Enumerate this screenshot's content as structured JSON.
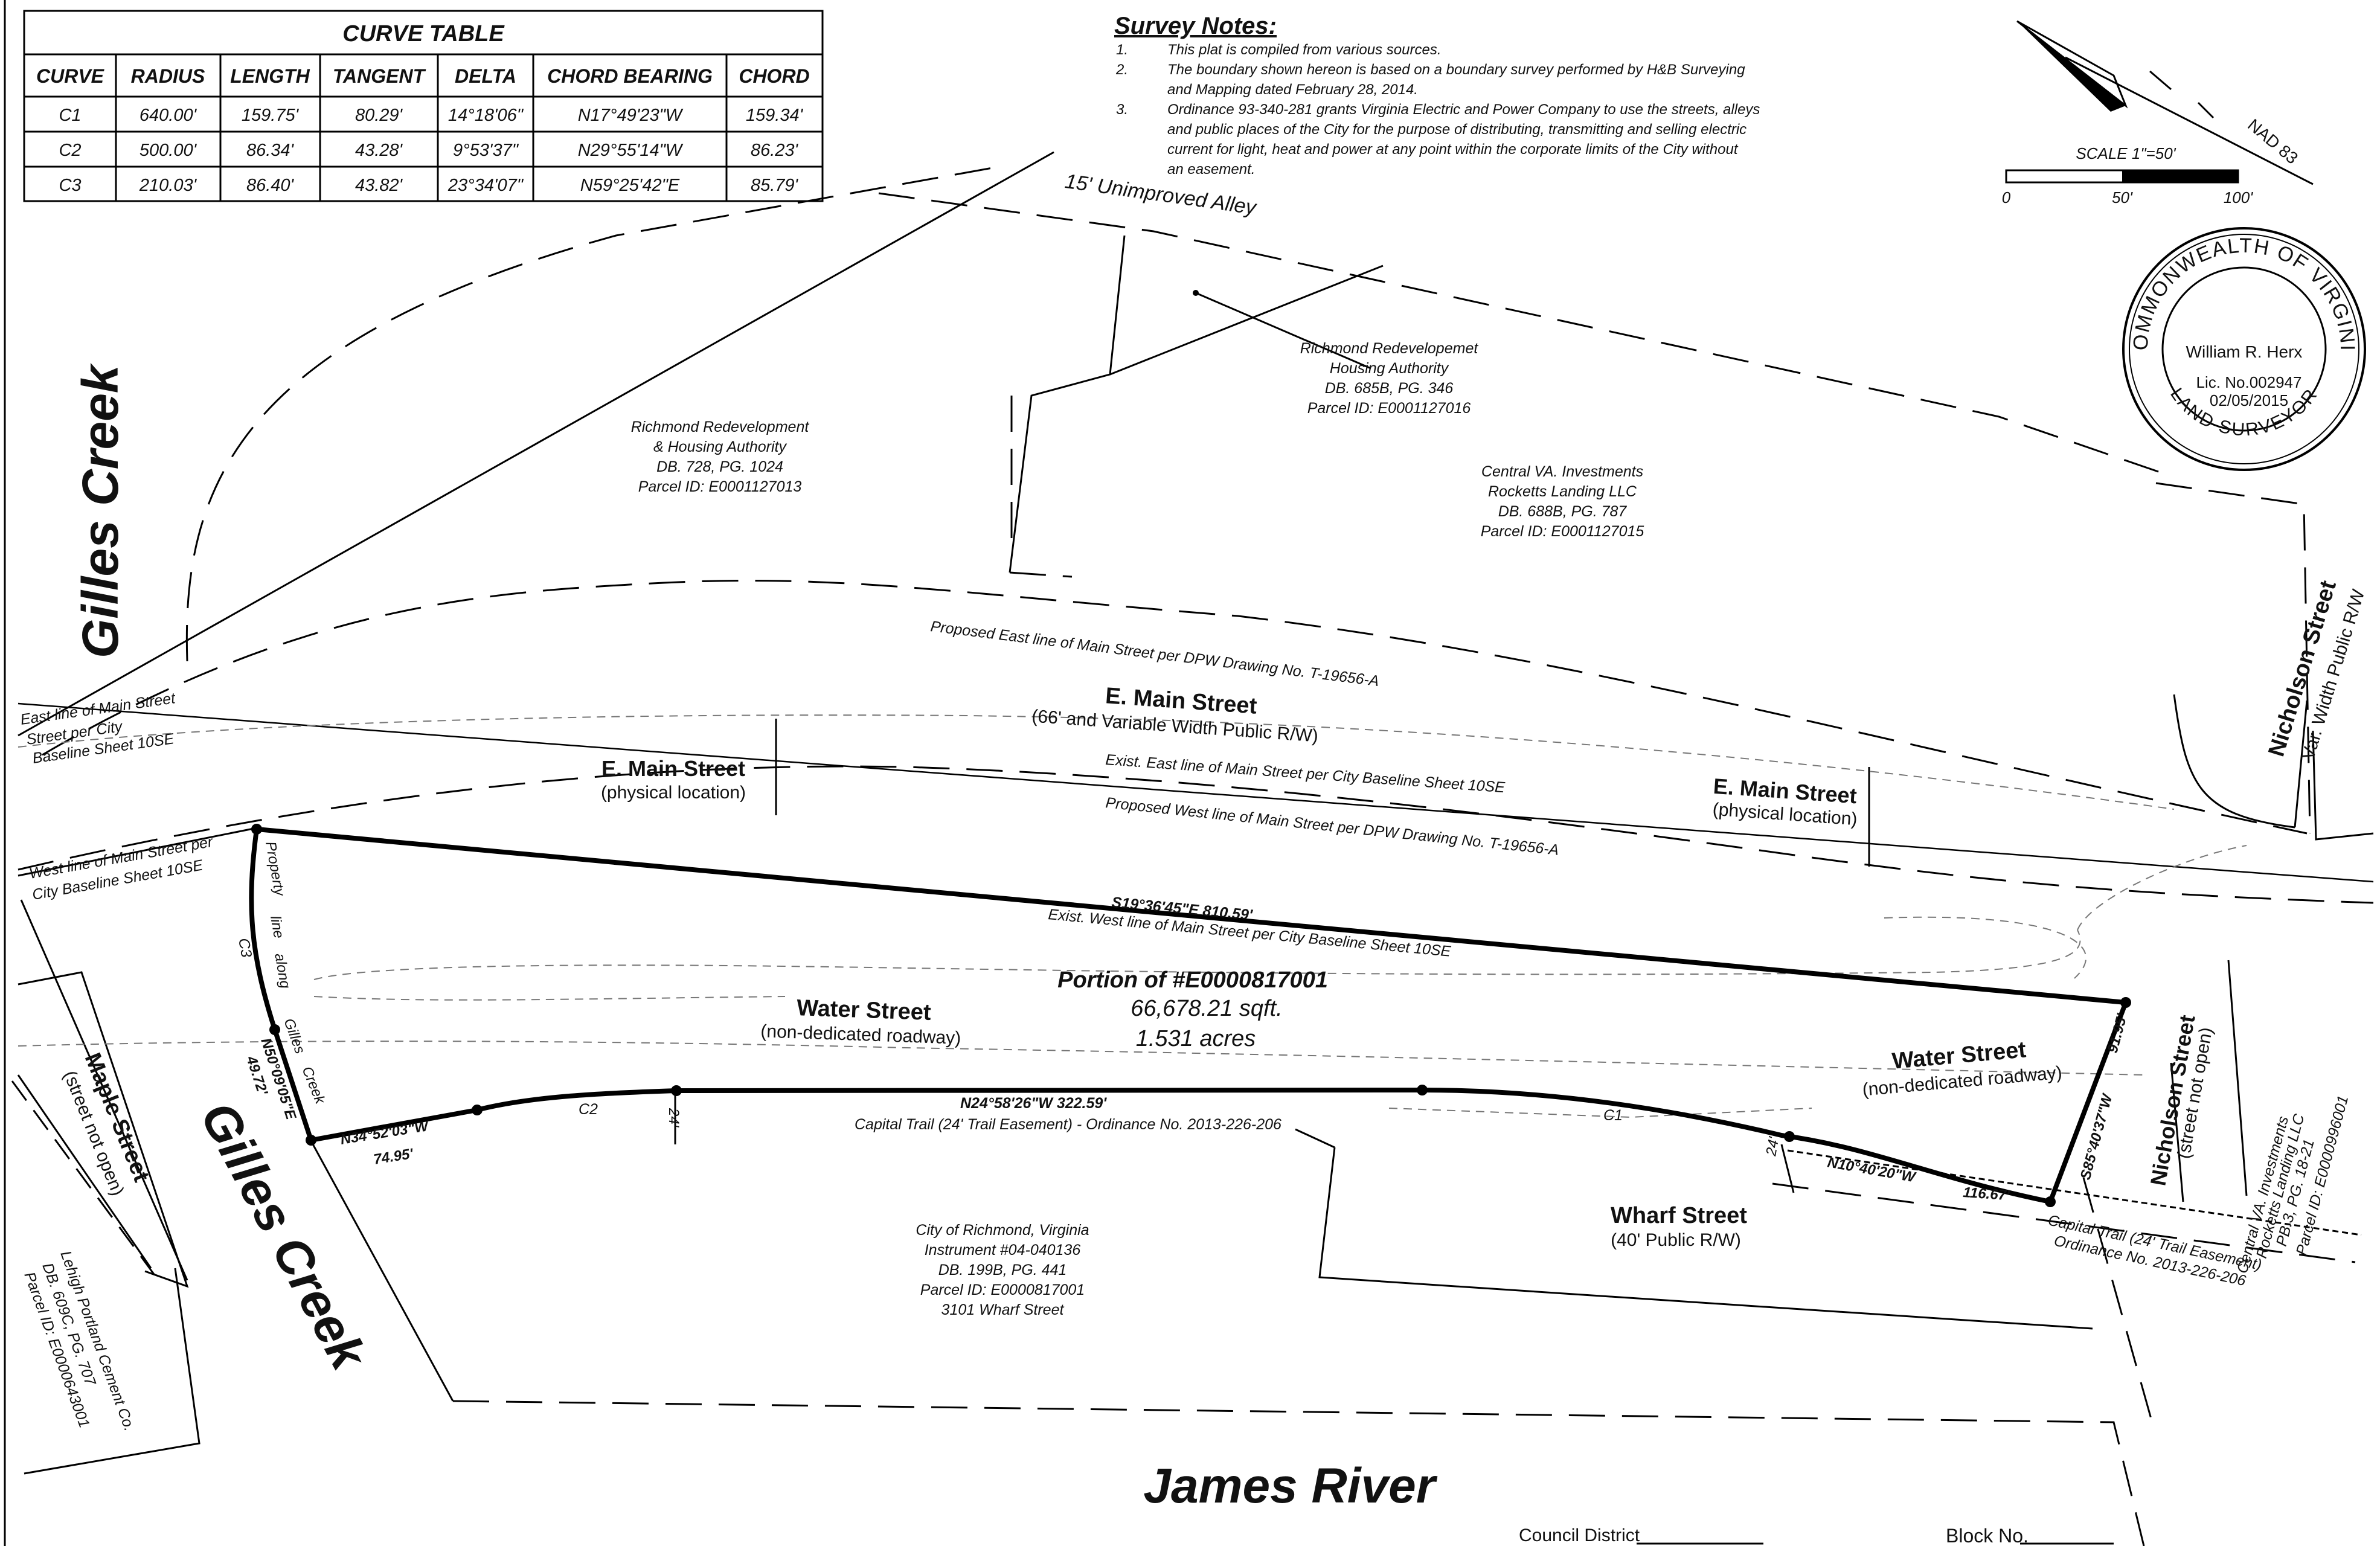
{
  "curve_table": {
    "title": "CURVE TABLE",
    "headers": [
      "CURVE",
      "RADIUS",
      "LENGTH",
      "TANGENT",
      "DELTA",
      "CHORD BEARING",
      "CHORD"
    ],
    "rows": [
      [
        "C1",
        "640.00'",
        "159.75'",
        "80.29'",
        "14°18'06\"",
        "N17°49'23\"W",
        "159.34'"
      ],
      [
        "C2",
        "500.00'",
        "86.34'",
        "43.28'",
        "9°53'37\"",
        "N29°55'14\"W",
        "86.23'"
      ],
      [
        "C3",
        "210.03'",
        "86.40'",
        "43.82'",
        "23°34'07\"",
        "N59°25'42\"E",
        "85.79'"
      ]
    ]
  },
  "survey_notes": {
    "title": "Survey Notes:",
    "items": [
      {
        "num": "1.",
        "lines": [
          "This plat is compiled from various sources."
        ]
      },
      {
        "num": "2.",
        "lines": [
          "The boundary shown hereon is based on a boundary survey performed by H&B Surveying",
          "and Mapping dated February 28, 2014."
        ]
      },
      {
        "num": "3.",
        "lines": [
          "Ordinance 93-340-281 grants Virginia Electric and Power Company to use the streets, alleys",
          "and public places of the City for the purpose of distributing, transmitting and selling electric",
          "current for light, heat and power at any point within the corporate limits of the City without",
          "an easement."
        ]
      }
    ]
  },
  "north_arrow": {
    "label": "NAD 83"
  },
  "scale": {
    "title": "SCALE 1\"=50'",
    "ticks": [
      "0",
      "50'",
      "100'"
    ]
  },
  "seal": {
    "ring_top": "COMMONWEALTH OF VIRGINIA",
    "ring_bottom": "LAND SURVEYOR",
    "name": "William R. Herx",
    "license": "Lic. No.002947",
    "date": "02/05/2015"
  },
  "labels": {
    "alley": "15' Unimproved Alley",
    "rrha1": [
      "Richmond Redevelopment",
      "& Housing Authority",
      "DB. 728, PG. 1024",
      "Parcel ID: E0001127013"
    ],
    "rrha2": [
      "Richmond Redevelopemet",
      "Housing Authority",
      "DB. 685B, PG. 346",
      "Parcel ID: E0001127016"
    ],
    "cva1": [
      "Central VA. Investments",
      "Rocketts Landing LLC",
      "DB. 688B, PG. 787",
      "Parcel ID: E0001127015"
    ],
    "gilles_creek_top": "Gilles Creek",
    "gilles_creek_bottom": "Gilles Creek",
    "proposed_east": "Proposed East line of Main Street per DPW Drawing No. T-19656-A",
    "emain_main": "E. Main Street",
    "emain_main_sub": "(66' and Variable Width Public R/W)",
    "east_line_city": [
      "East line of Main Street",
      "Street per City",
      "Baseline Sheet 10SE"
    ],
    "emain_phys_left": "E. Main Street",
    "emain_phys_left_sub": "(physical location)",
    "emain_phys_right": "E. Main Street",
    "emain_phys_right_sub": "(physical location)",
    "exist_east": "Exist. East line of Main Street per City Baseline Sheet 10SE",
    "proposed_west": "Proposed West line of Main Street per DPW Drawing No. T-19656-A",
    "west_line_city": [
      "West line of Main Street per",
      "City Baseline Sheet 10SE"
    ],
    "nicholson_top": "Nicholson Street",
    "nicholson_top_sub": "Var. Width Public R/W",
    "property_line": [
      "Property",
      "line",
      "along",
      "Gilles",
      "Creek"
    ],
    "s19": "S19°36'45\"E     810.59'",
    "exist_west": "Exist. West line of Main Street per City Baseline Sheet 10SE",
    "portion": "Portion of #E0000817001",
    "sqft": "66,678.21 sqft.",
    "acres": "1.531 acres",
    "water_left": "Water Street",
    "water_left_sub": "(non-dedicated roadway)",
    "water_right": "Water Street",
    "water_right_sub": "(non-dedicated roadway)",
    "c3": "C3",
    "c2": "C2",
    "c1": "C1",
    "n50": "N50°09'05\"E",
    "n50_dist": "49.72'",
    "n24": "N24°58'26\"W     322.59'",
    "capital_trail": "Capital Trail (24' Trail Easement) - Ordinance No. 2013-226-206",
    "n34": "N34°52'03\"W",
    "n34_dist": "74.95'",
    "w24a": "24'",
    "w24b": "24'",
    "n10": "N10°40'20\"W",
    "n10_dist": "116.67'",
    "s85": "S85°40'37\"W",
    "s85_dist": "91.95'",
    "nicholson_bottom": "Nicholson Street",
    "nicholson_bottom_sub": "(street not open)",
    "cva2": [
      "Central VA. Investments",
      "Rocketts Landing LLC",
      "PB.3, PG. 18-21",
      "Parcel ID: E0000996001"
    ],
    "wharf": "Wharf Street",
    "wharf_sub": "(40' Public R/W)",
    "capital_trail_right": [
      "Capital Trail (24' Trail Easement)",
      "Ordinance No. 2013-226-206"
    ],
    "maple": "Maple Street",
    "maple_sub": "(street not open)",
    "city": [
      "City of Richmond, Virginia",
      "Instrument #04-040136",
      "DB. 199B, PG. 441",
      "Parcel ID: E0000817001",
      "3101 Wharf Street"
    ],
    "lehigh": [
      "Lehigh Portland Cement Co.",
      "DB. 609C, PG. 707",
      "Parcel ID: E0000643001"
    ],
    "james_river": "James River",
    "council": "Council District",
    "block": "Block No."
  }
}
